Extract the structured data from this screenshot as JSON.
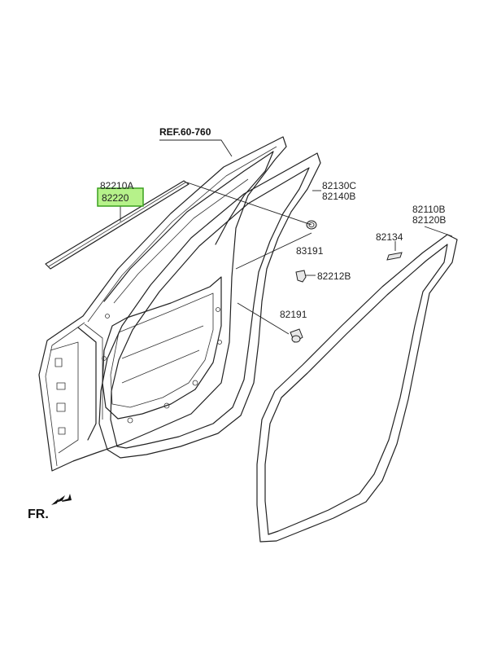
{
  "diagram": {
    "ref_label": "REF.60-760",
    "direction_label": "FR.",
    "highlight_color": "#b6f28a",
    "parts": [
      {
        "id": "p1",
        "line1": "82210A",
        "line2": "82220",
        "highlighted_line": 2
      },
      {
        "id": "p2",
        "line1": "82130C",
        "line2": "82140B"
      },
      {
        "id": "p3",
        "line1": "83191"
      },
      {
        "id": "p4",
        "line1": "82212B"
      },
      {
        "id": "p5",
        "line1": "82191"
      },
      {
        "id": "p6",
        "line1": "82134"
      },
      {
        "id": "p7",
        "line1": "82110B",
        "line2": "82120B"
      }
    ]
  }
}
